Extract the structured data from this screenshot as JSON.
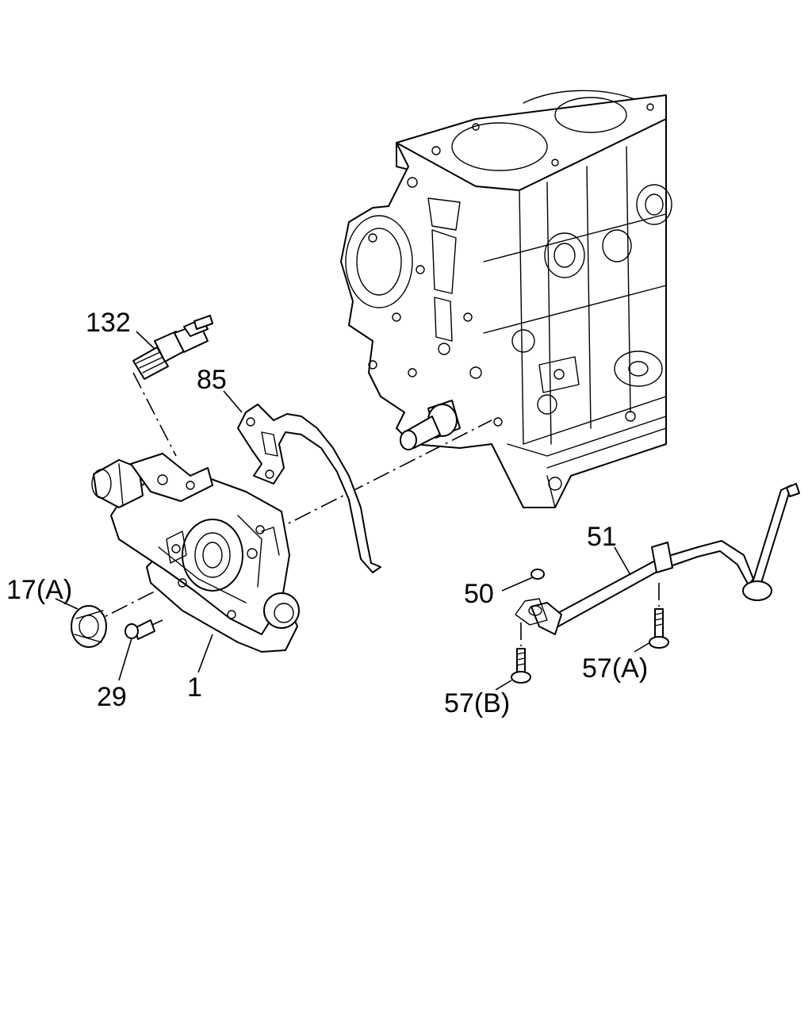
{
  "labels": {
    "p132": "132",
    "p85": "85",
    "p17a": "17(A)",
    "p29": "29",
    "p1": "1",
    "p51": "51",
    "p50": "50",
    "p57a": "57(A)",
    "p57b": "57(B)"
  }
}
